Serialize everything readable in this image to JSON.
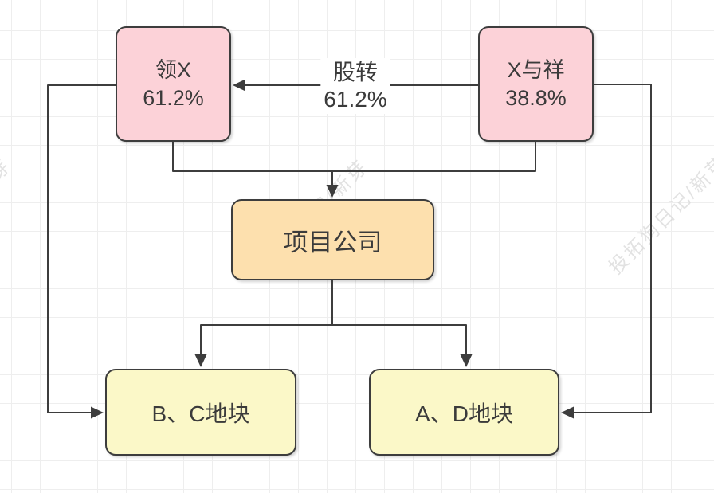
{
  "diagram": {
    "nodes": {
      "lingx": {
        "line1": "领X",
        "line2": "61.2%",
        "fill": "#fcd2d8"
      },
      "xyuxiang": {
        "line1": "X与祥",
        "line2": "38.8%",
        "fill": "#fcd2d8"
      },
      "project": {
        "label": "项目公司",
        "fill": "#fde0ae"
      },
      "bc": {
        "label": "B、C地块",
        "fill": "#fbf8c8"
      },
      "ad": {
        "label": "A、D地块",
        "fill": "#fbf8c8"
      }
    },
    "edge_label": {
      "line1": "股转",
      "line2": "61.2%"
    },
    "connections": [
      {
        "from": "xyuxiang",
        "to": "lingx",
        "label": "股转 61.2%"
      },
      {
        "from": "lingx",
        "to": "project"
      },
      {
        "from": "xyuxiang",
        "to": "project"
      },
      {
        "from": "project",
        "to": "bc"
      },
      {
        "from": "project",
        "to": "ad"
      },
      {
        "from": "lingx",
        "to": "bc",
        "route": "left-side"
      },
      {
        "from": "xyuxiang",
        "to": "ad",
        "route": "right-side"
      }
    ],
    "watermark": {
      "text": "投拓狗日记/新芽"
    },
    "colors": {
      "node_border": "#3d3d3d",
      "edge_stroke": "#3d3d3d",
      "text": "#3b3b3b",
      "pink": "#fcd2d8",
      "orange": "#fde0ae",
      "yellow": "#fbf8c8",
      "watermark": "#d9d9d9",
      "grid_line": "#eeeeee",
      "background": "#ffffff"
    }
  }
}
